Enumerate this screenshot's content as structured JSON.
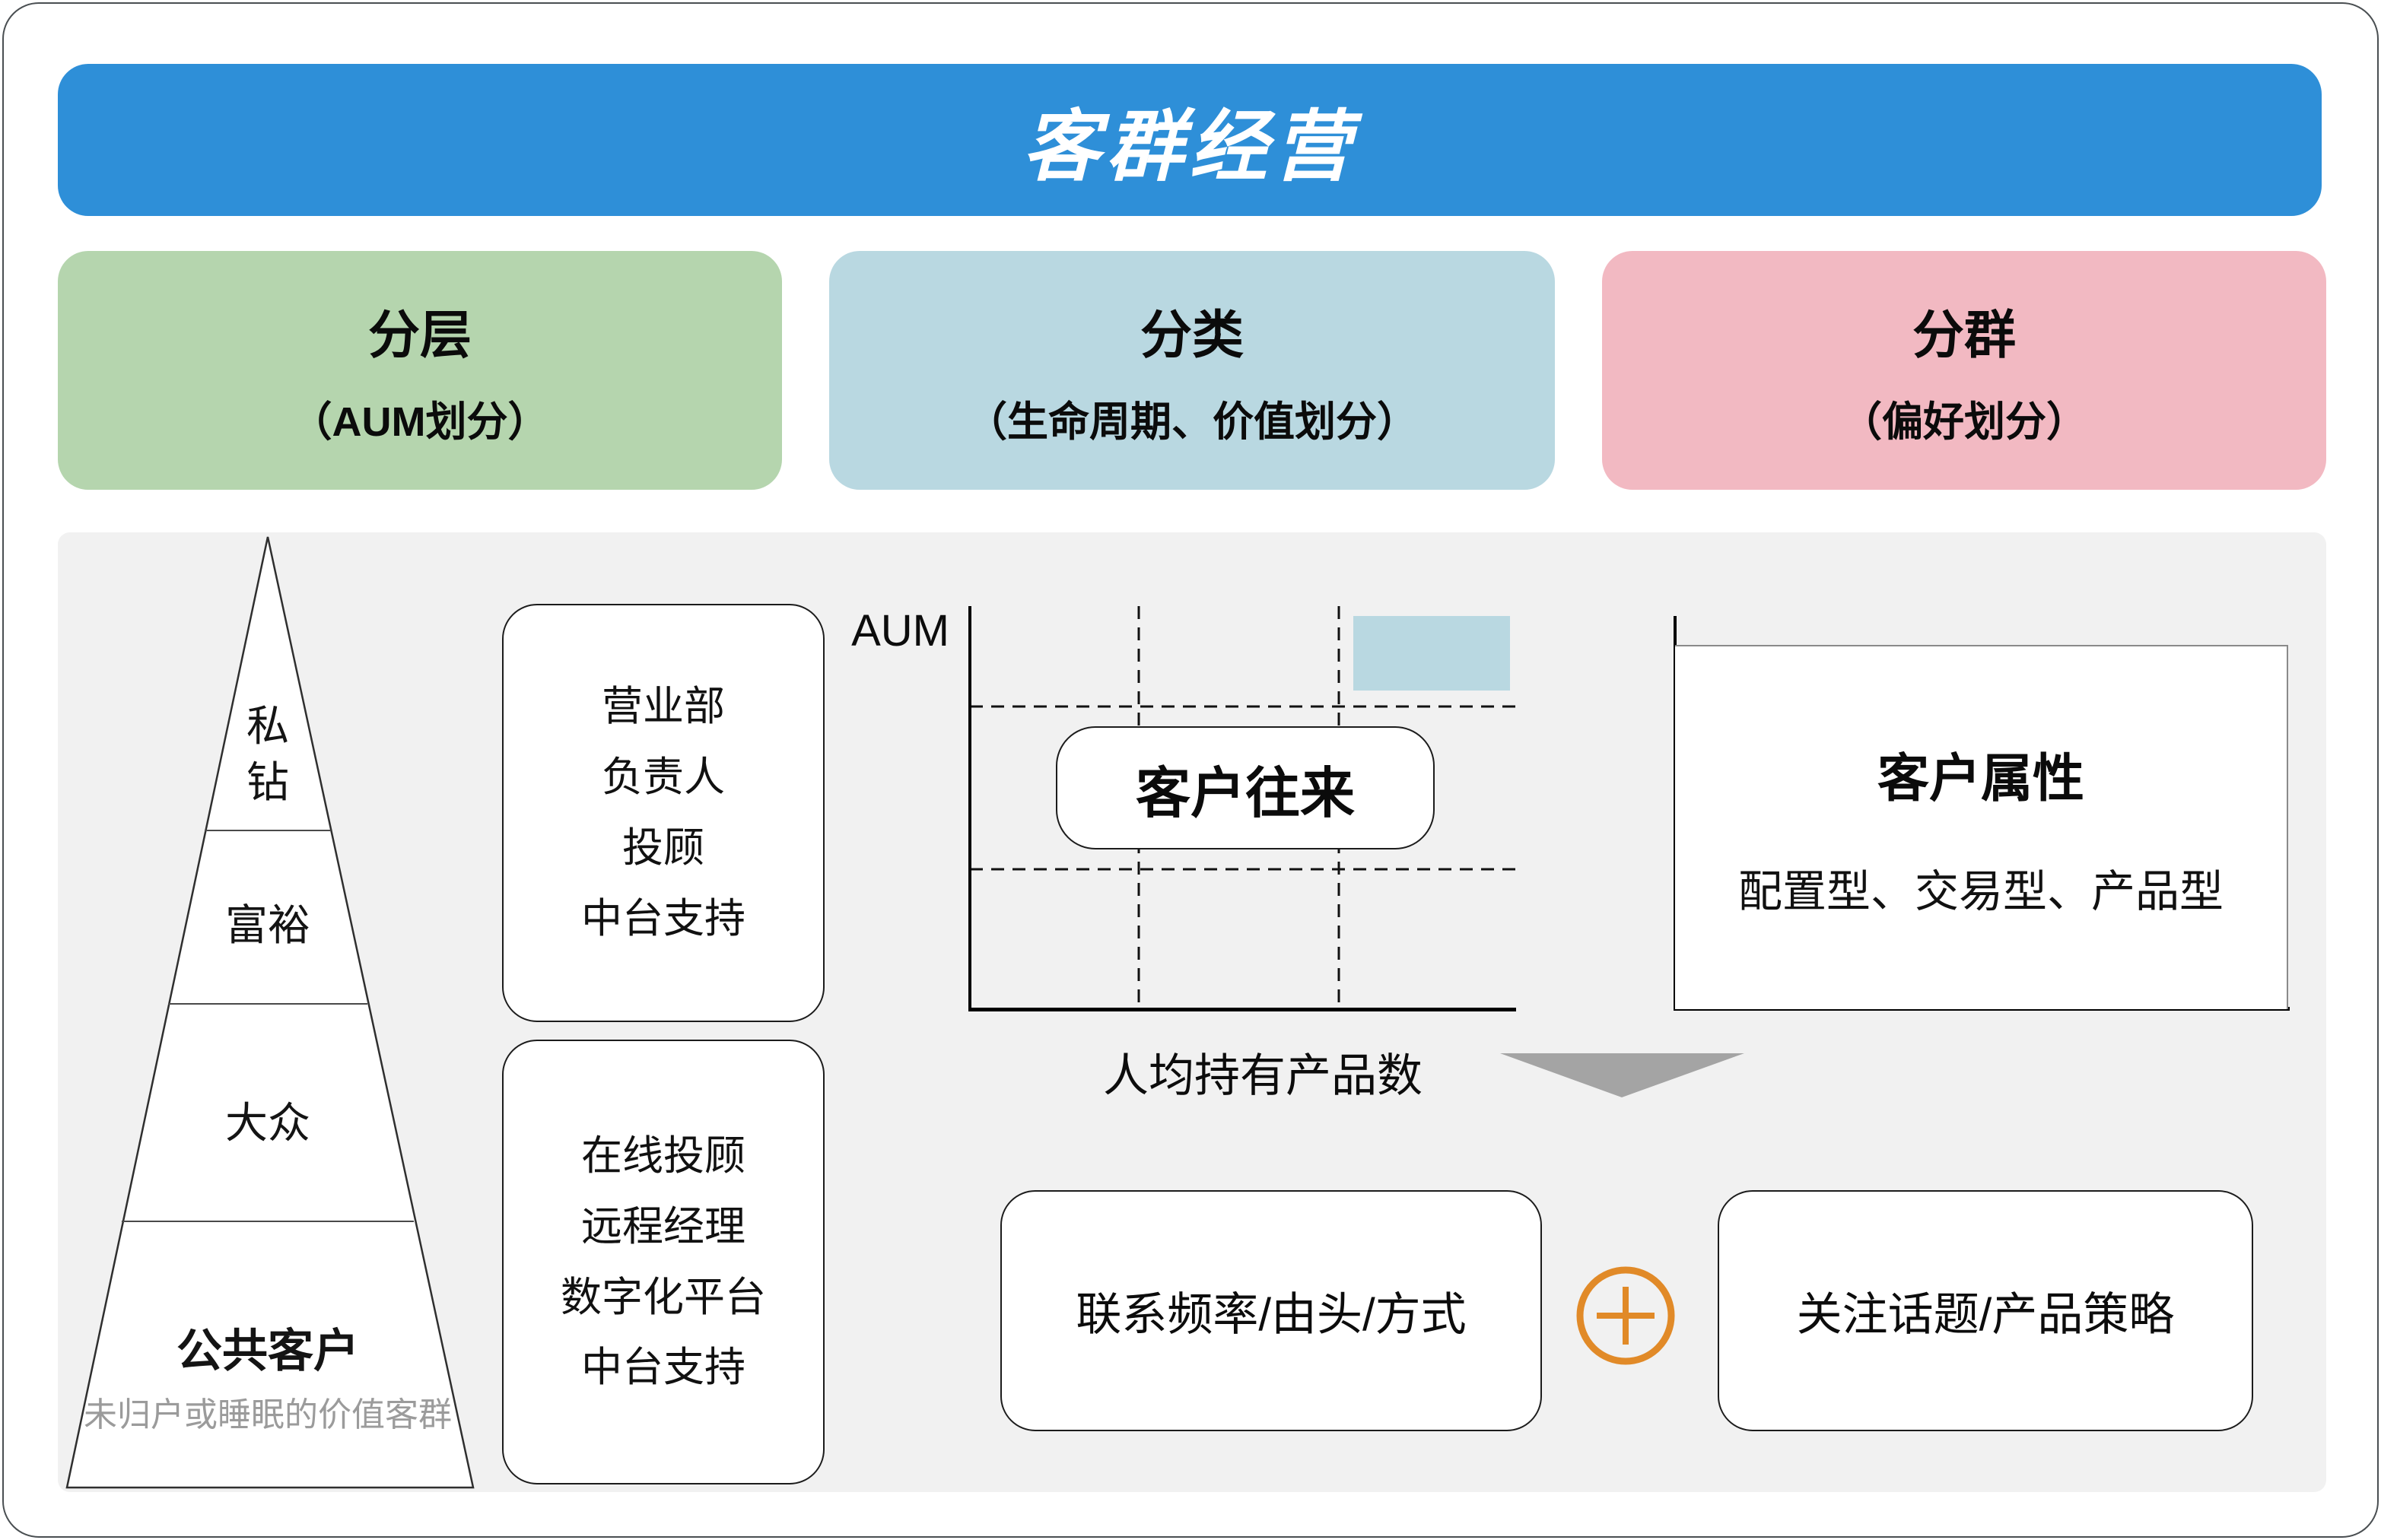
{
  "header": {
    "title": "客群经营",
    "bg_color": "#2e8fd8",
    "text_color": "#ffffff"
  },
  "categories": [
    {
      "title": "分层",
      "subtitle": "（AUM划分）",
      "bg_color": "#b5d5ae"
    },
    {
      "title": "分类",
      "subtitle": "（生命周期、价值划分）",
      "bg_color": "#b9d8e1"
    },
    {
      "title": "分群",
      "subtitle": "（偏好划分）",
      "bg_color": "#f2b9c2"
    }
  ],
  "panel": {
    "bg_color": "#f1f1f1",
    "pyramid": {
      "tiers": [
        {
          "label": "私钻",
          "lines": [
            "私",
            "钻"
          ]
        },
        {
          "label": "富裕"
        },
        {
          "label": "大众"
        },
        {
          "label": "公共客户",
          "subtitle": "未归户或睡眠的价值客群"
        }
      ]
    },
    "service_boxes": [
      {
        "lines": [
          "营业部",
          "负责人",
          "投顾",
          "中台支持"
        ]
      },
      {
        "lines": [
          "在线投顾",
          "远程经理",
          "数字化平台",
          "中台支持"
        ]
      }
    ],
    "chart": {
      "y_axis_label": "AUM",
      "x_axis_label": "人均持有产品数",
      "center_label": "客户往来",
      "highlight_color": "#b9d8e1",
      "grid": "dashed 2x2 quadrant lines"
    },
    "attribute_box": {
      "title": "客户属性",
      "subtitle": "配置型、交易型、产品型"
    },
    "bottom_boxes": [
      {
        "label": "联系频率/由头/方式"
      },
      {
        "label": "关注话题/产品策略"
      }
    ],
    "icons": {
      "plus": "circle-plus",
      "down_arrow": "filled-triangle-down"
    },
    "plus_color": "#e18a28",
    "arrow_color": "#a4a4a4"
  }
}
